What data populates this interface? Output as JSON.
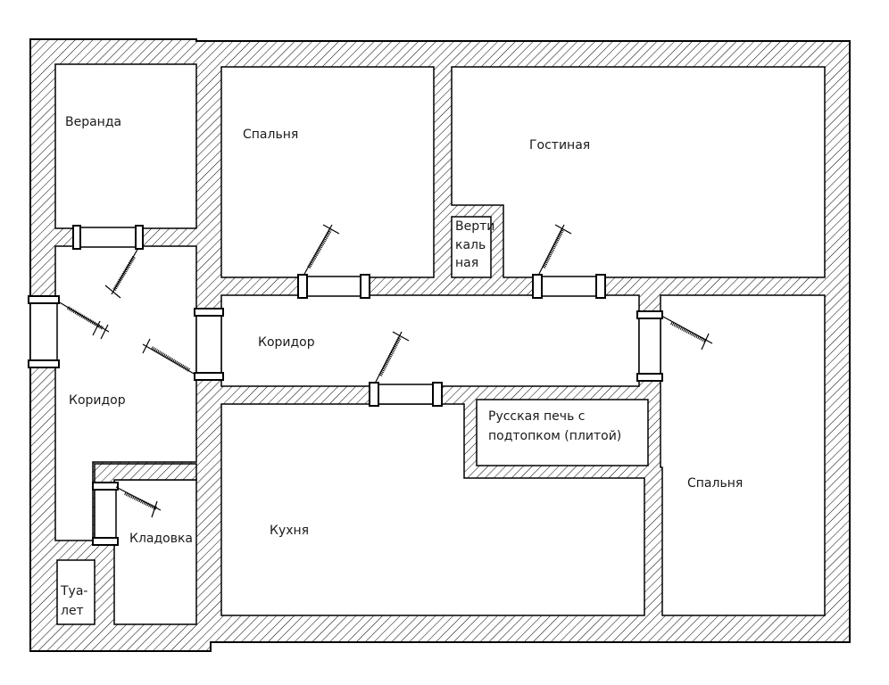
{
  "diagram": {
    "type": "floor-plan",
    "title": "",
    "wall_pattern": "diagonal-hatch",
    "colors": {
      "line": "#000000",
      "background": "#ffffff",
      "text": "#1a1a1a"
    }
  },
  "rooms": [
    {
      "id": "veranda",
      "lines": [
        "Веранда"
      ]
    },
    {
      "id": "bedroom-1",
      "lines": [
        "Спальня"
      ]
    },
    {
      "id": "living-room",
      "lines": [
        "Гостиная"
      ]
    },
    {
      "id": "vertical-flue",
      "lines": [
        "Верти",
        "каль",
        "ная"
      ]
    },
    {
      "id": "corridor-main",
      "lines": [
        "Коридор"
      ]
    },
    {
      "id": "corridor-side",
      "lines": [
        "Коридор"
      ]
    },
    {
      "id": "stove",
      "lines": [
        "Русская печь с",
        "подтопком (плитой)"
      ]
    },
    {
      "id": "kitchen",
      "lines": [
        "Кухня"
      ]
    },
    {
      "id": "bedroom-2",
      "lines": [
        "Спальня"
      ]
    },
    {
      "id": "pantry",
      "lines": [
        "Кладовка"
      ]
    },
    {
      "id": "toilet",
      "lines": [
        "Туа-",
        "лет"
      ]
    }
  ],
  "doors": [
    {
      "id": "door-veranda",
      "between": [
        "Веранда",
        "Коридор"
      ]
    },
    {
      "id": "door-entrance",
      "between": [
        "exterior",
        "Коридор"
      ]
    },
    {
      "id": "door-corridor-link",
      "between": [
        "Коридор",
        "Коридор"
      ]
    },
    {
      "id": "door-bedroom-1",
      "between": [
        "Коридор",
        "Спальня"
      ]
    },
    {
      "id": "door-living-room",
      "between": [
        "Коридор",
        "Гостиная"
      ]
    },
    {
      "id": "door-kitchen",
      "between": [
        "Коридор",
        "Кухня"
      ]
    },
    {
      "id": "door-bedroom-2",
      "between": [
        "Коридор",
        "Спальня"
      ]
    },
    {
      "id": "door-pantry",
      "between": [
        "Коридор",
        "Кладовка"
      ]
    }
  ]
}
